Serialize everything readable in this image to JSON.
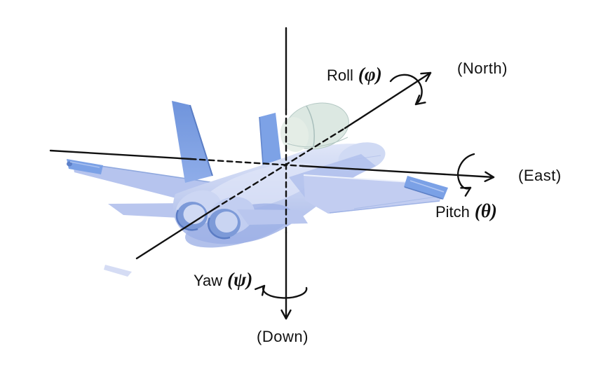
{
  "figure": {
    "type": "aircraft-principal-axes-diagram",
    "background": "#ffffff",
    "axis_color": "#111111",
    "labels": {
      "roll": {
        "name": "Roll",
        "symbol": "(φ)"
      },
      "pitch": {
        "name": "Pitch",
        "symbol": "(θ)"
      },
      "yaw": {
        "name": "Yaw",
        "symbol": "(ψ)"
      },
      "north": "(North)",
      "east": "(East)",
      "down": "(Down)"
    },
    "aircraft_colors": {
      "tail_blue": "#7da2e6",
      "wing_near": "#c2cdf1",
      "wing_far": "#b6c4ee",
      "stabilator": "#b9c6ee",
      "rail_blue": "#7ba1e6",
      "fuselage_light": "#d0daf4",
      "canopy": "#dce8e2",
      "nozzle_rim": "#7d9ad8",
      "shadow_blue": "#5b7cc4"
    }
  }
}
